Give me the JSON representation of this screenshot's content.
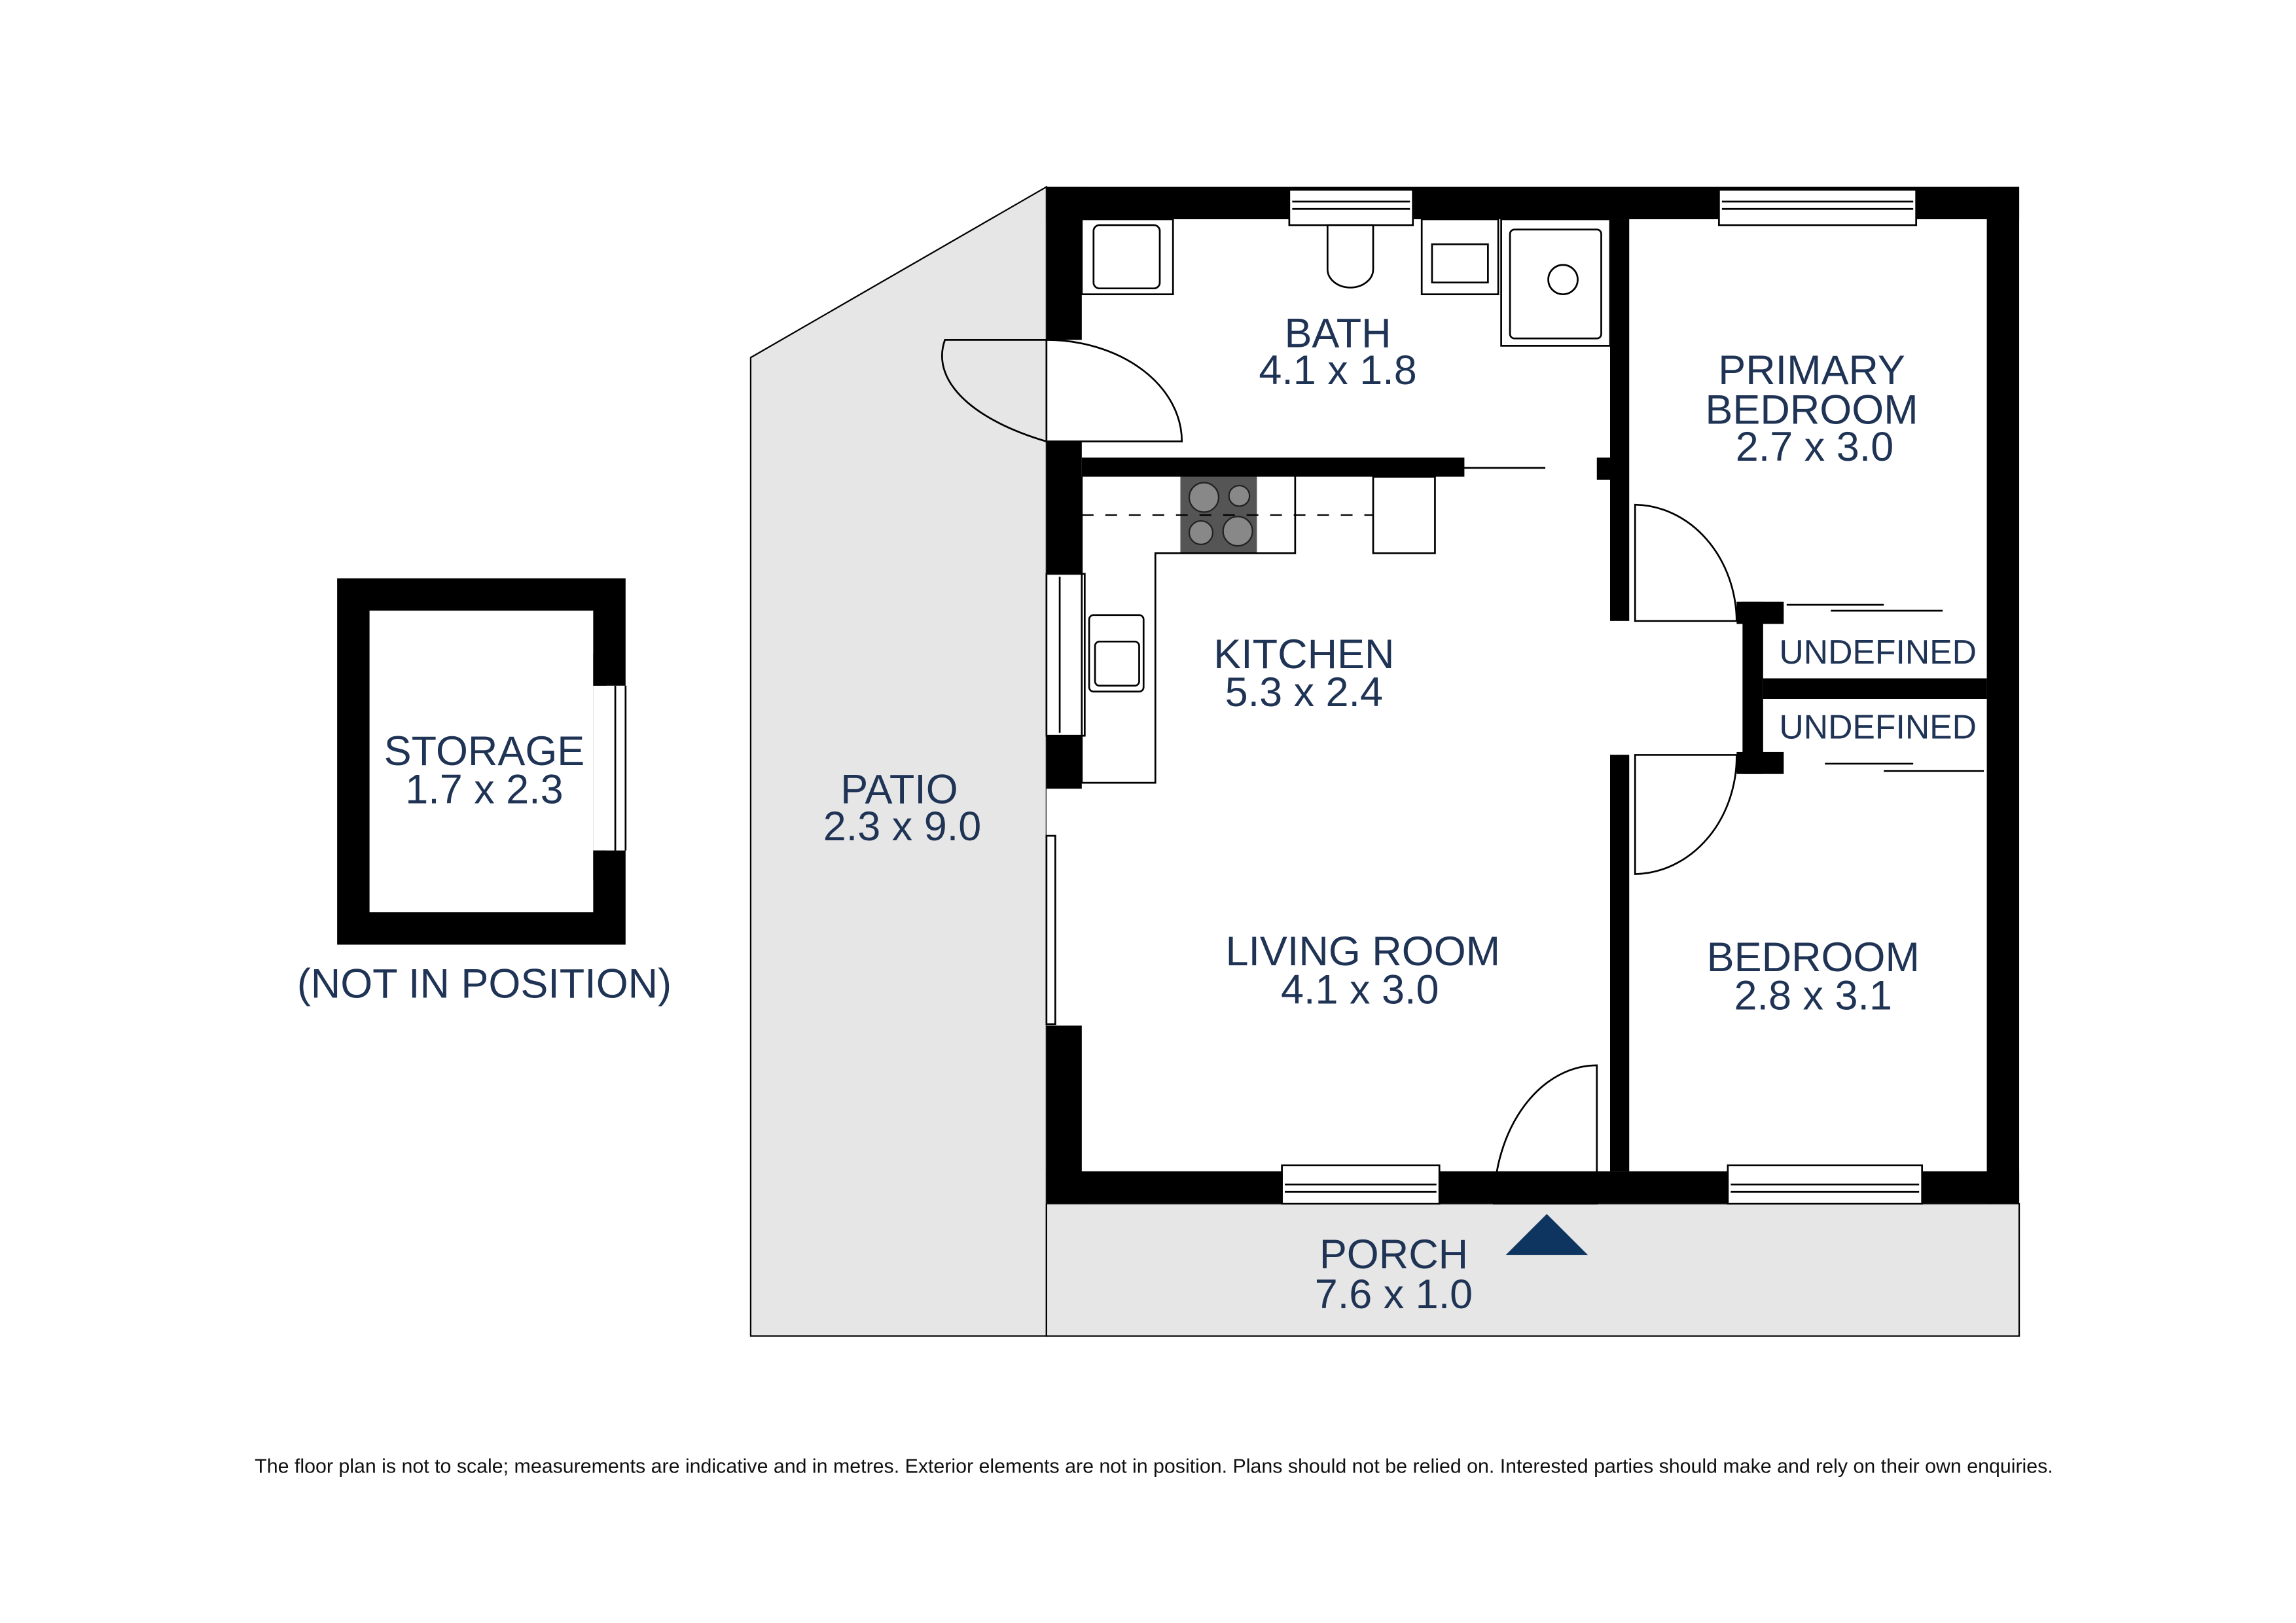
{
  "rooms": {
    "bath": {
      "name": "BATH",
      "size": "4.1 x 1.8"
    },
    "primary_bedroom": {
      "name_line1": "PRIMARY",
      "name_line2": "BEDROOM",
      "size": "2.7 x 3.0"
    },
    "kitchen": {
      "name": "KITCHEN",
      "size": "5.3 x 2.4"
    },
    "undefined_1": {
      "name": "UNDEFINED"
    },
    "undefined_2": {
      "name": "UNDEFINED"
    },
    "living_room": {
      "name": "LIVING ROOM",
      "size": "4.1 x 3.0"
    },
    "bedroom": {
      "name": "BEDROOM",
      "size": "2.8 x 3.1"
    },
    "patio": {
      "name": "PATIO",
      "size": "2.3 x 9.0"
    },
    "porch": {
      "name": "PORCH",
      "size": "7.6 x 1.0"
    },
    "storage": {
      "name": "STORAGE",
      "size": "1.7 x 2.3",
      "note": "(NOT IN POSITION)"
    }
  },
  "disclaimer": "The floor plan is not to scale; measurements are indicative and in metres. Exterior elements are not in position. Plans should not be relied on. Interested parties should make and rely on their own enquiries.",
  "colors": {
    "label": "#1f3355",
    "entrance_arrow": "#0d3560",
    "exterior_fill": "#e6e6e6",
    "wall": "#000000"
  },
  "icons": {
    "entrance": "entrance-arrow-icon"
  }
}
